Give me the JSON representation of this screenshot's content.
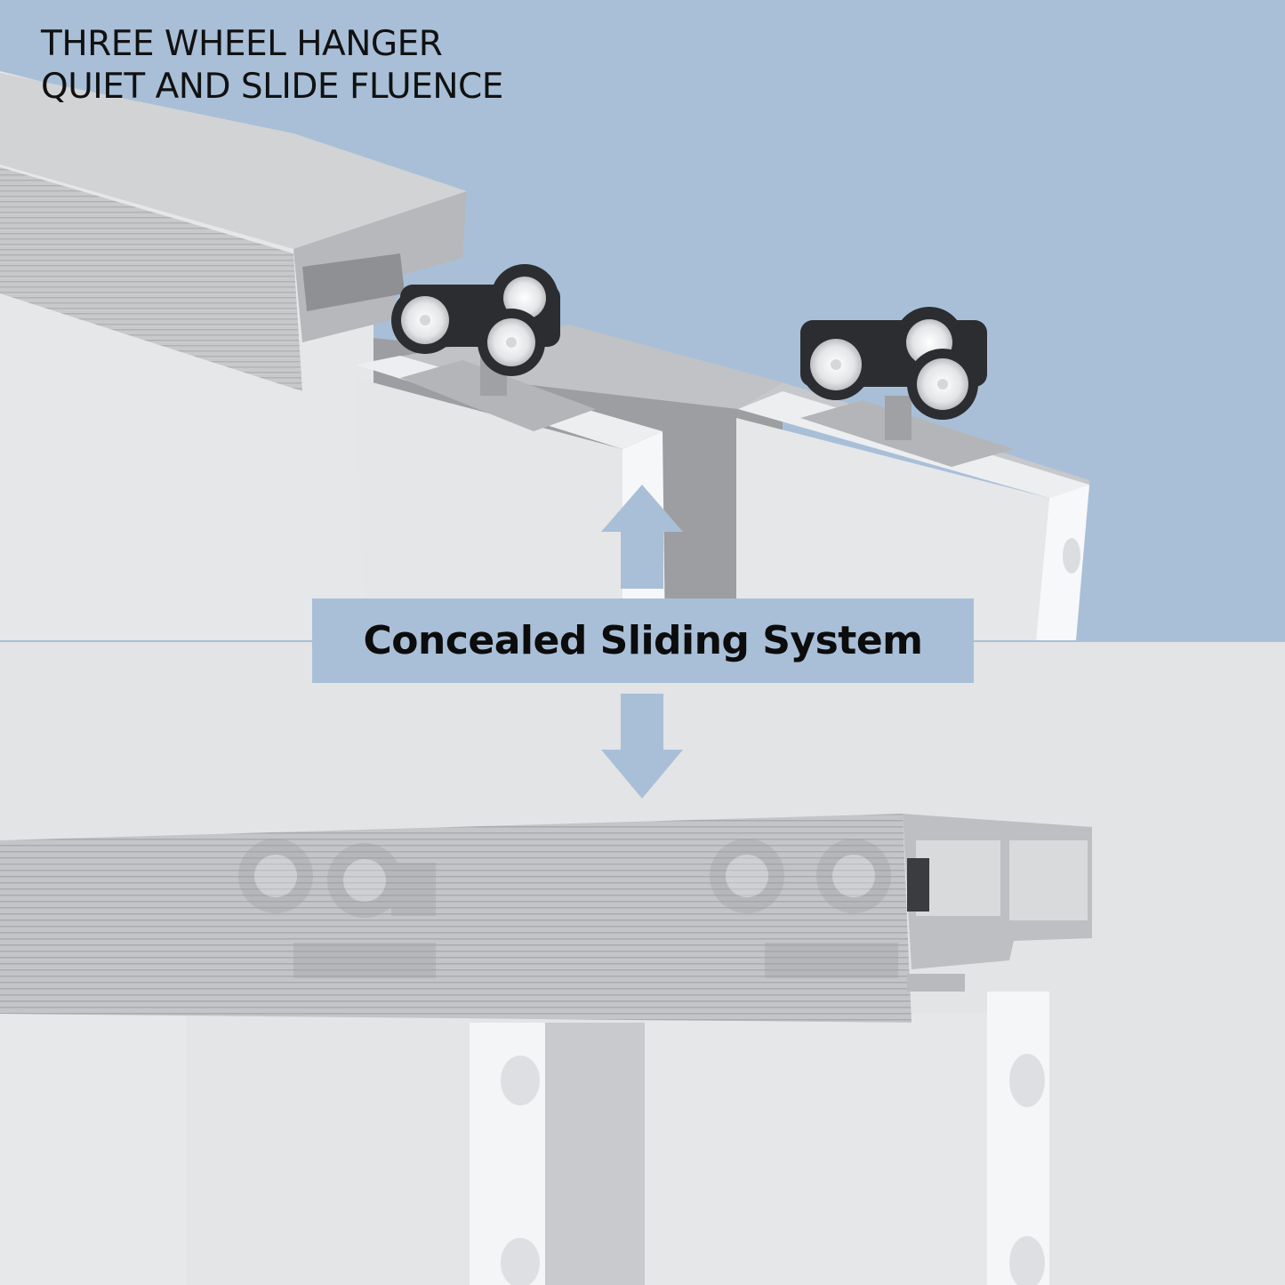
{
  "headline": {
    "line1": "THREE WHEEL HANGER",
    "line2": "QUIET AND SLIDE FLUENCE"
  },
  "banner": {
    "label": "Concealed Sliding System"
  },
  "colors": {
    "sky_blue": "#a9bfd8",
    "arrow_blue": "#a9bfd8",
    "aluminum": "#c9cacc",
    "door_white": "#f2f3f4",
    "wheel_dark": "#2b2d30"
  },
  "icons": [
    "up-arrow-icon",
    "down-arrow-icon",
    "wheel-icon"
  ]
}
